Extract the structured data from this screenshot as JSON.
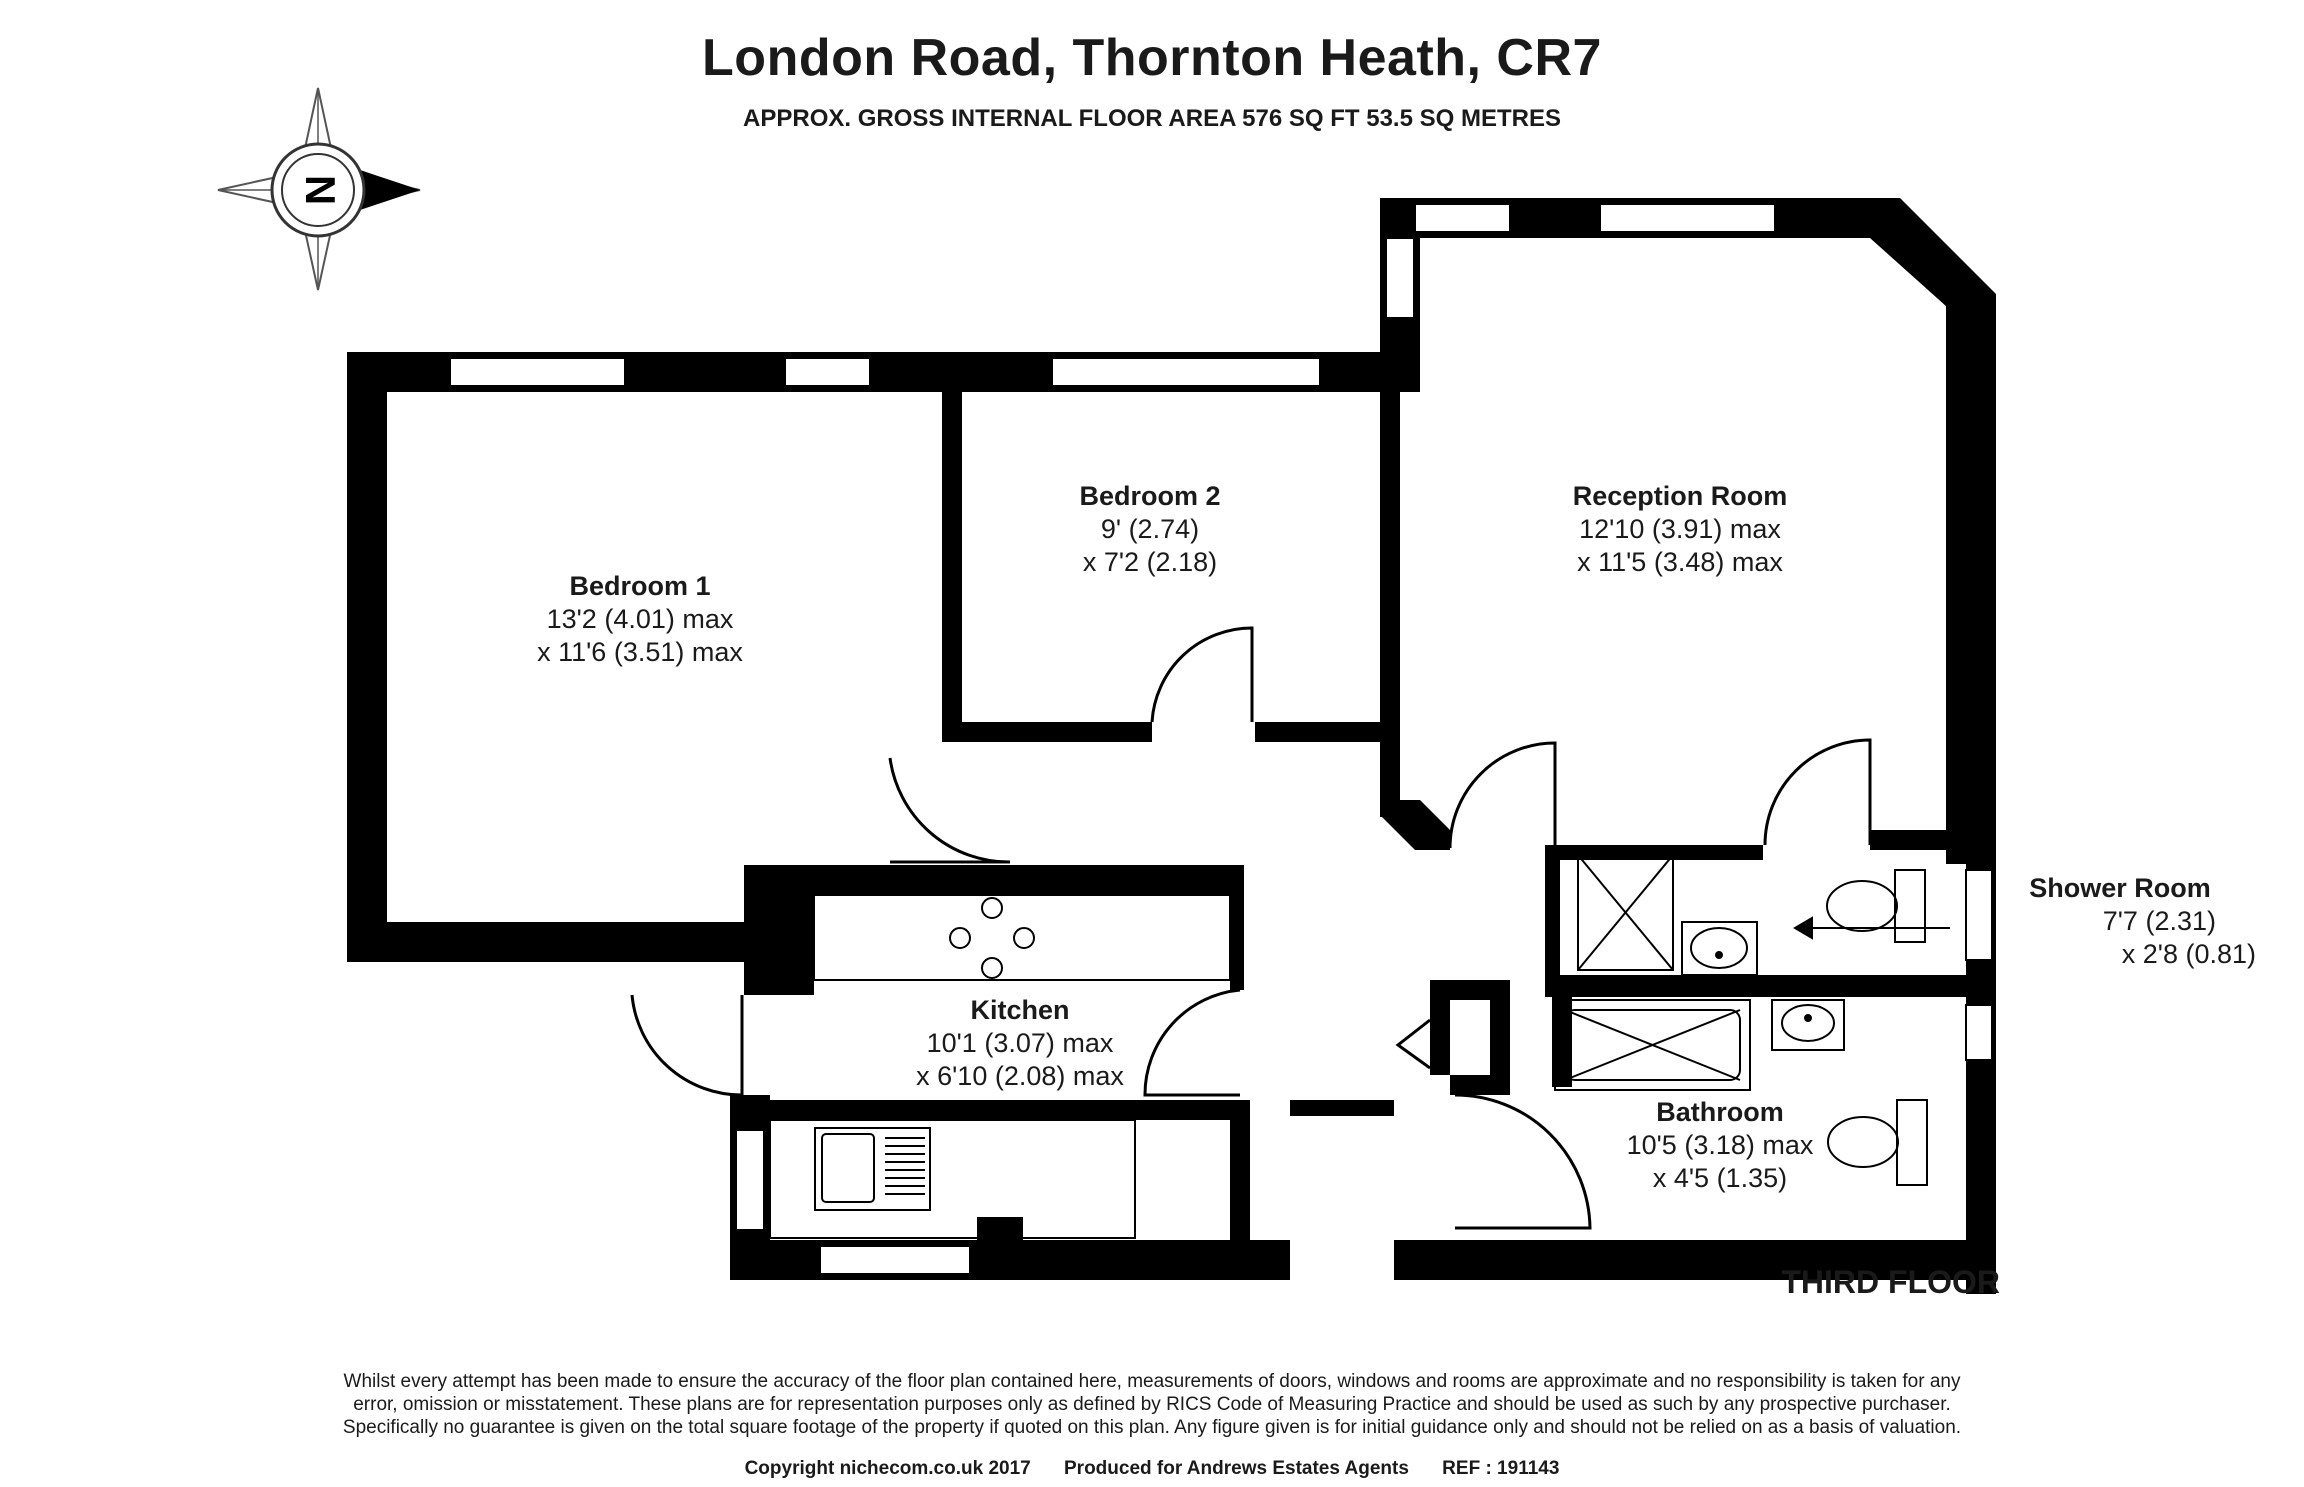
{
  "header": {
    "title": "London Road, Thornton Heath, CR7",
    "subtitle": "APPROX. GROSS INTERNAL FLOOR AREA 576 SQ FT 53.5 SQ METRES"
  },
  "compass": {
    "letter": "N",
    "icon": "compass-icon"
  },
  "rooms": {
    "bedroom1": {
      "name": "Bedroom 1",
      "dim1": "13'2 (4.01) max",
      "dim2": "x 11'6 (3.51) max"
    },
    "bedroom2": {
      "name": "Bedroom 2",
      "dim1": "9' (2.74)",
      "dim2": "x 7'2 (2.18)"
    },
    "reception": {
      "name": "Reception Room",
      "dim1": "12'10 (3.91) max",
      "dim2": "x 11'5 (3.48) max"
    },
    "kitchen": {
      "name": "Kitchen",
      "dim1": "10'1 (3.07) max",
      "dim2": "x 6'10 (2.08) max"
    },
    "shower": {
      "name": "Shower Room",
      "dim1": "7'7 (2.31)",
      "dim2": "x 2'8 (0.81)"
    },
    "bathroom": {
      "name": "Bathroom",
      "dim1": "10'5 (3.18) max",
      "dim2": "x 4'5 (1.35)"
    }
  },
  "floor_label": "THIRD FLOOR",
  "disclaimer": [
    "Whilst every attempt has been made to ensure the accuracy of the floor plan contained here, measurements of doors, windows and rooms are approximate and no responsibility is taken for any",
    "error, omission or misstatement. These plans are for representation purposes only as defined by RICS Code of Measuring Practice and should be used as such by any prospective purchaser.",
    "Specifically no guarantee is given on the total square footage of the property if quoted on this plan. Any figure given is for initial guidance only and should not be relied on as a basis of valuation."
  ],
  "footer": {
    "copyright": "Copyright nichecom.co.uk 2017",
    "produced": "Produced for Andrews Estates Agents",
    "ref": "REF : 191143"
  },
  "colors": {
    "wall": "#000000",
    "background": "#ffffff",
    "fixture": "#000000"
  }
}
